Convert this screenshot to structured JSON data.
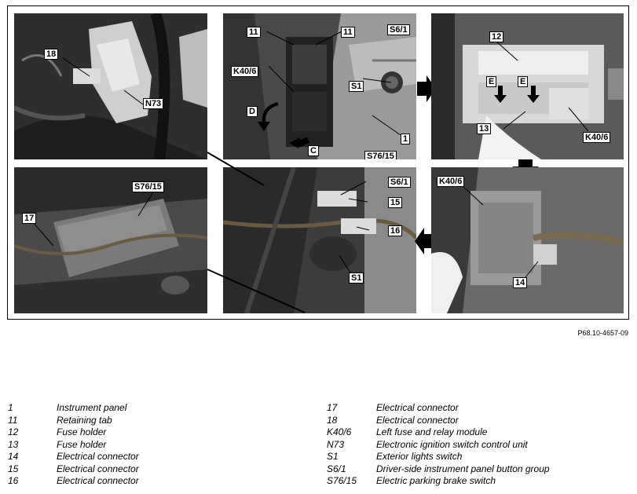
{
  "figure": {
    "reference": "P68.10-4657-09",
    "panels": [
      {
        "id": "p1",
        "callouts": [
          "18",
          "N73"
        ]
      },
      {
        "id": "p2",
        "callouts": [
          "11",
          "11",
          "S6/1",
          "K40/6",
          "S1",
          "D",
          "1",
          "C",
          "S76/15"
        ]
      },
      {
        "id": "p3",
        "callouts": [
          "12",
          "E",
          "E",
          "13",
          "K40/6"
        ]
      },
      {
        "id": "p4",
        "callouts": [
          "S76/15",
          "17"
        ]
      },
      {
        "id": "p5",
        "callouts": [
          "S6/1",
          "15",
          "16",
          "S1"
        ]
      },
      {
        "id": "p6",
        "callouts": [
          "K40/6",
          "14"
        ]
      }
    ]
  },
  "legend": {
    "left": [
      {
        "num": "1",
        "text": "Instrument panel"
      },
      {
        "num": "11",
        "text": "Retaining tab"
      },
      {
        "num": "12",
        "text": "Fuse holder"
      },
      {
        "num": "13",
        "text": "Fuse holder"
      },
      {
        "num": "14",
        "text": "Electrical connector"
      },
      {
        "num": "15",
        "text": "Electrical connector"
      },
      {
        "num": "16",
        "text": "Electrical connector"
      }
    ],
    "right": [
      {
        "num": "17",
        "text": "Electrical connector"
      },
      {
        "num": "18",
        "text": "Electrical connector"
      },
      {
        "num": "K40/6",
        "text": "Left fuse and relay module"
      },
      {
        "num": "N73",
        "text": "Electronic ignition switch control unit"
      },
      {
        "num": "S1",
        "text": "Exterior lights switch"
      },
      {
        "num": "S6/1",
        "text": "Driver-side instrument panel button group"
      },
      {
        "num": "S76/15",
        "text": "Electric parking brake switch"
      }
    ]
  }
}
